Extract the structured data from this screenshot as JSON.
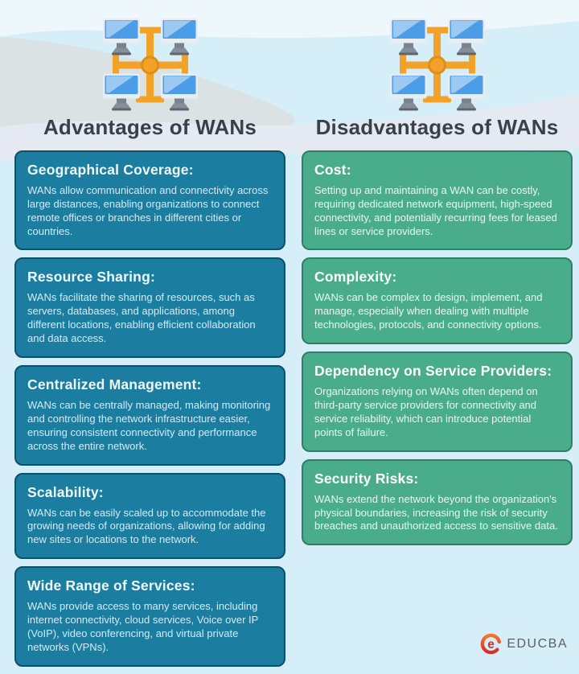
{
  "columns": [
    {
      "id": "advantages",
      "title": "Advantages of WANs",
      "icon": "computer-network-icon",
      "card_fill": "#1b7da0",
      "card_border": "#114f68",
      "cards": [
        {
          "heading": "Geographical Coverage:",
          "body": "WANs allow communication and connectivity across large distances, enabling organizations to connect remote offices or branches in different cities or countries."
        },
        {
          "heading": "Resource Sharing:",
          "body": "WANs facilitate the sharing of resources, such as servers, databases, and applications, among different locations, enabling efficient collaboration and data access."
        },
        {
          "heading": "Centralized Management:",
          "body": "WANs can be centrally managed, making monitoring and controlling the network infrastructure easier, ensuring consistent connectivity and performance across the entire network."
        },
        {
          "heading": "Scalability:",
          "body": "WANs can be easily scaled up to accommodate the growing needs of organizations, allowing for adding new sites or locations to the network."
        },
        {
          "heading": "Wide Range of Services:",
          "body": "WANs provide access to many services, including internet connectivity, cloud services, Voice over IP (VoIP), video conferencing, and virtual private networks (VPNs)."
        }
      ]
    },
    {
      "id": "disadvantages",
      "title": "Disadvantages of WANs",
      "icon": "computer-network-icon",
      "card_fill": "#49ad8b",
      "card_border": "#2e7f66",
      "cards": [
        {
          "heading": "Cost:",
          "body": "Setting up and maintaining a WAN can be costly, requiring dedicated network equipment, high-speed connectivity, and potentially recurring fees for leased lines or service providers."
        },
        {
          "heading": "Complexity:",
          "body": "WANs can be complex to design, implement, and manage, especially when dealing with multiple technologies, protocols, and connectivity options."
        },
        {
          "heading": "Dependency on Service Providers:",
          "body": "Organizations relying on WANs often depend on third-party service providers for connectivity and service reliability, which can introduce potential points of failure."
        },
        {
          "heading": "Security Risks:",
          "body": "WANs extend the network beyond the organization's physical boundaries, increasing the risk of security breaches and unauthorized access to sensitive data."
        }
      ]
    }
  ],
  "footer": {
    "brand": "EDUCBA",
    "logo_icon": "educba-e-logo"
  },
  "colors": {
    "page_background": "#d5eef7",
    "top_band": "#eef7fb",
    "gray_wave": "#dbe2e4",
    "lavender_band": "#e5eaf2",
    "advantage_card": "#1b7da0",
    "advantage_border": "#114f68",
    "disadvantage_card": "#49ad8b",
    "disadvantage_border": "#2e7f66",
    "heading_text": "#3a4047",
    "icon_orange": "#f2a229",
    "icon_screen_blue": "#4a9de6",
    "logo_red": "#e23a2e"
  }
}
